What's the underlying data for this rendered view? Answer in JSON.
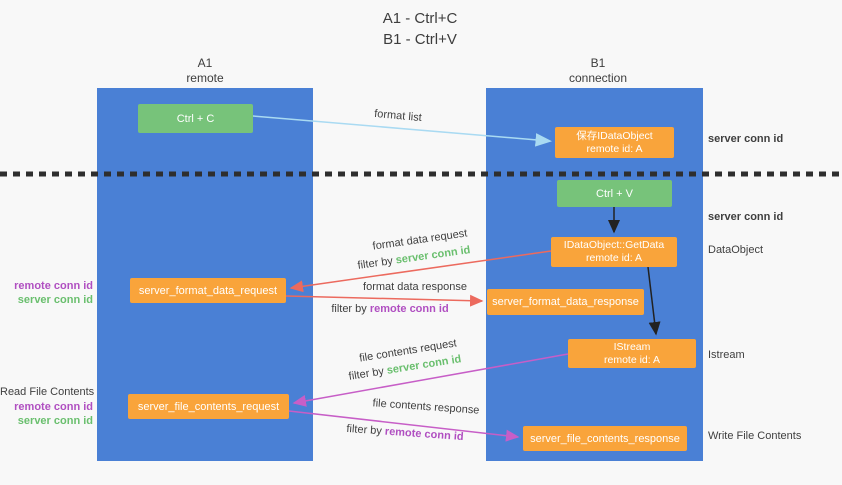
{
  "title": {
    "line1": "A1 - Ctrl+C",
    "line2": "B1 - Ctrl+V"
  },
  "lifelines": {
    "left": {
      "name": "A1",
      "role": "remote"
    },
    "right": {
      "name": "B1",
      "role": "connection"
    }
  },
  "nodes": {
    "ctrl_c": {
      "label": "Ctrl + C"
    },
    "save_dataobject": {
      "line1": "保存IDataObject",
      "line2": "remote id: A"
    },
    "ctrl_v": {
      "label": "Ctrl + V"
    },
    "getdata": {
      "line1": "IDataObject::GetData",
      "line2": "remote id: A"
    },
    "format_request": {
      "label": "server_format_data_request"
    },
    "format_response": {
      "label": "server_format_data_response"
    },
    "istream": {
      "line1": "IStream",
      "line2": "remote id: A"
    },
    "file_request": {
      "label": "server_file_contents_request"
    },
    "file_response": {
      "label": "server_file_contents_response"
    }
  },
  "arrow_labels": {
    "format_list": "format list",
    "format_data_request": "format data request",
    "format_data_request_filter_prefix": "filter by ",
    "format_data_request_filter_key": "server conn id",
    "format_data_response": "format data response",
    "format_data_response_filter_prefix": "filter by ",
    "format_data_response_filter_key": "remote conn id",
    "file_contents_request": "file contents request",
    "file_contents_request_filter_prefix": "filter by ",
    "file_contents_request_filter_key": "server conn id",
    "file_contents_response": "file contents response",
    "file_contents_response_filter_prefix": "filter by ",
    "file_contents_response_filter_key": "remote conn id"
  },
  "side_labels": {
    "right_server_conn_id_top": "server conn id",
    "right_server_conn_id_mid": "server conn id",
    "right_dataobject": "DataObject",
    "right_istream": "Istream",
    "right_write_file_contents": "Write File Contents",
    "left_remote_conn_id_top": "remote conn id",
    "left_server_conn_id_top": "server conn id",
    "left_read_file_contents": "Read File Contents",
    "left_remote_conn_id_bottom": "remote conn id",
    "left_server_conn_id_bottom": "server conn id"
  },
  "colors": {
    "lifeline_blue": "#4a80d5",
    "node_orange": "#f9a43b",
    "node_green": "#77c37a",
    "accent_green": "#6abf6e",
    "accent_purple": "#b04fc1",
    "arrow_red": "#ec6a5e",
    "arrow_magenta": "#c75ec7",
    "arrow_lightblue": "#a9daf2",
    "arrow_black": "#222222",
    "divider_black": "#2e2e2e",
    "text_dark": "#3f3f3f",
    "background": "#f8f8f8"
  }
}
